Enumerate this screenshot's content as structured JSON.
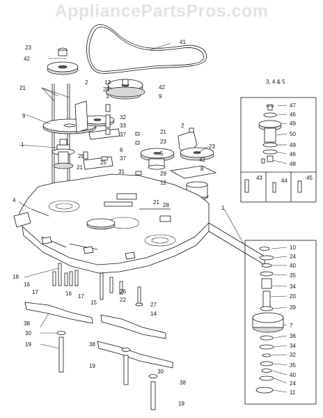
{
  "watermark": "AppliancePartsPros.com",
  "inset_title": "3, 4 & 5",
  "callouts": [
    "1",
    "2",
    "3",
    "4",
    "5",
    "6",
    "7",
    "8",
    "9",
    "10",
    "11",
    "12",
    "13",
    "14",
    "15",
    "16",
    "17",
    "18",
    "19",
    "20",
    "21",
    "22",
    "23",
    "24",
    "25",
    "26",
    "27",
    "28",
    "29",
    "30",
    "31",
    "32",
    "33",
    "34",
    "35",
    "36",
    "37",
    "38",
    "39",
    "40",
    "41",
    "42",
    "43",
    "44",
    "45",
    "46",
    "47",
    "48",
    "49",
    "50"
  ],
  "labels": {
    "l23a": "23",
    "l41": "41",
    "l42a": "42",
    "l21a": "21",
    "l2a": "2",
    "l13": "13",
    "l29a": "29",
    "l3": "3",
    "l42b": "42",
    "l9a": "9",
    "l32a": "32",
    "l33": "33",
    "l9b": "9",
    "l37a": "37",
    "l21b": "21",
    "l23b": "23",
    "l2b": "2",
    "l23c": "23",
    "l1a": "1",
    "l28a": "28",
    "l6": "6",
    "l5": "5",
    "l25": "25",
    "l37b": "37",
    "l42c": "42",
    "l21c": "21",
    "l31": "31",
    "l8": "8",
    "l29b": "29",
    "l12": "12",
    "l4": "4",
    "l21d": "21",
    "l28b": "28",
    "l1b": "1",
    "l18": "18",
    "l16a": "16",
    "l17a": "17",
    "l16b": "16",
    "l17b": "17",
    "l15": "15",
    "l26": "26",
    "l22": "22",
    "l27": "27",
    "l14": "14",
    "l38a": "38",
    "l30a": "30",
    "l19a": "19",
    "l38b": "38",
    "l19b": "19",
    "l30b": "30",
    "l38c": "38",
    "l19c": "19",
    "i47": "47",
    "i46a": "46",
    "i49a": "49",
    "i50": "50",
    "i49b": "49",
    "i46b": "46",
    "i48": "48",
    "i43": "43",
    "i44": "44",
    "i45": "45",
    "s10": "10",
    "s24a": "24",
    "s40a": "40",
    "s35a": "35",
    "s34a": "34",
    "s20": "20",
    "s39": "39",
    "s7": "7",
    "s36": "36",
    "s34b": "34",
    "s32": "32",
    "s35b": "35",
    "s40b": "40",
    "s24b": "24",
    "s11": "11"
  }
}
